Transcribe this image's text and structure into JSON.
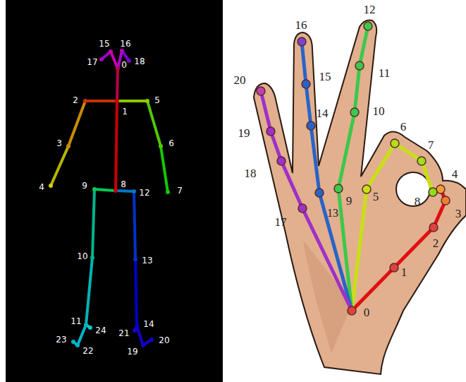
{
  "diagram": {
    "labels": [
      "15",
      "16",
      "17",
      "0",
      "18",
      "2",
      "1",
      "5",
      "3",
      "6",
      "4",
      "9",
      "8",
      "12",
      "7",
      "10",
      "13",
      "11",
      "14",
      "24",
      "21",
      "23",
      "20",
      "22",
      "19",
      "12",
      "16",
      "11",
      "20",
      "15",
      "10",
      "14",
      "6",
      "19",
      "7",
      "18",
      "4",
      "5",
      "9",
      "13",
      "8",
      "3",
      "17",
      "2",
      "1",
      "0"
    ]
  }
}
